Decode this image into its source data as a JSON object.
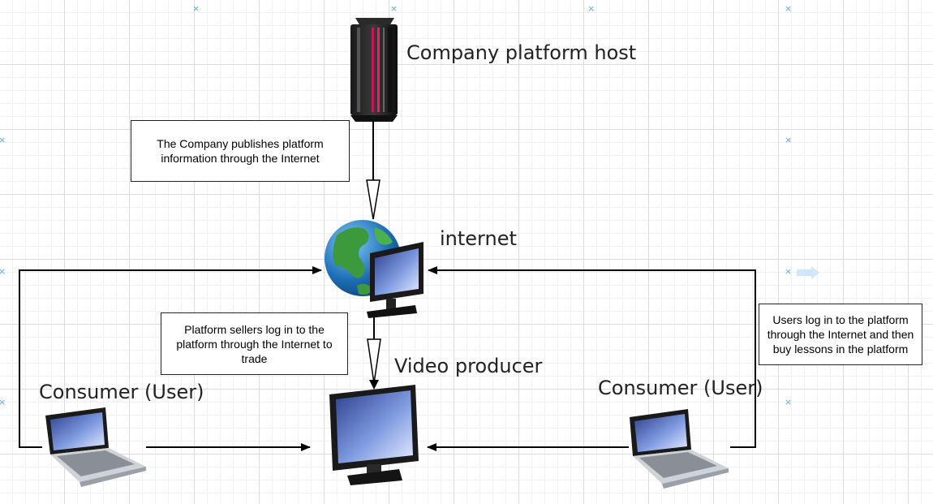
{
  "labels": {
    "platform_host": "Company platform host",
    "internet": "internet",
    "video_producer": "Video producer",
    "consumer_left": "Consumer (User)",
    "consumer_right": "Consumer (User)"
  },
  "notes": {
    "publish": "The Company publishes platform information through the Internet",
    "sellers": "Platform sellers log in to the platform through the Internet to trade",
    "users": "Users log in to the platform through the Internet and then buy lessons in the platform"
  },
  "icons": {
    "server": "server-tower-icon",
    "globe": "globe-monitor-icon",
    "monitor": "monitor-icon",
    "laptop": "laptop-icon"
  }
}
